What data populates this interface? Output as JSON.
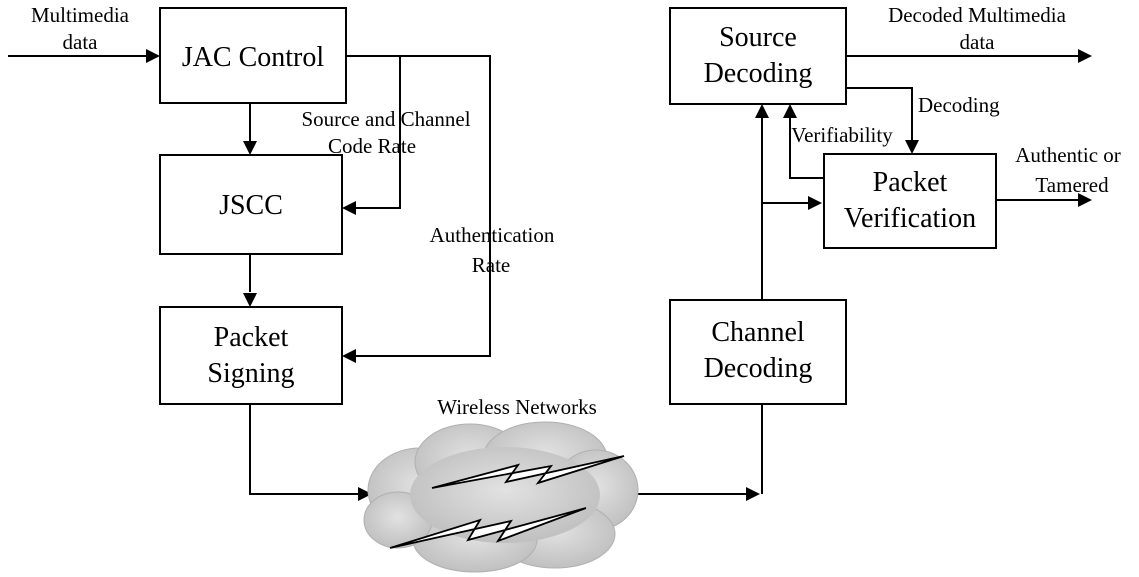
{
  "boxes": {
    "jac_control": [
      "JAC Control"
    ],
    "jscc": [
      "JSCC"
    ],
    "packet_signing": [
      "Packet",
      "Signing"
    ],
    "channel_decoding": [
      "Channel",
      "Decoding"
    ],
    "source_decoding": [
      "Source",
      "Decoding"
    ],
    "packet_verification": [
      "Packet",
      "Verification"
    ]
  },
  "labels": {
    "multimedia_data": [
      "Multimedia",
      "data"
    ],
    "source_channel_rate": [
      "Source and Channel",
      "Code Rate"
    ],
    "authentication_rate": [
      "Authentication",
      "Rate"
    ],
    "wireless_networks": "Wireless Networks",
    "decoded_multimedia": [
      "Decoded Multimedia",
      "data"
    ],
    "decoding": "Decoding",
    "verifiability": "Verifiability",
    "authentic_or_tampered": [
      "Authentic or",
      "Tamered"
    ]
  },
  "colors": {
    "stroke": "#000000",
    "cloud": "#cfcfcf"
  },
  "icons": {
    "network": "cloud-with-lightning-icon"
  }
}
